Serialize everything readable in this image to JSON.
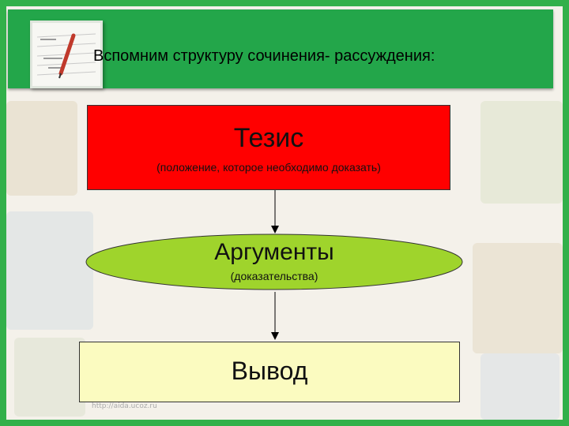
{
  "header": {
    "title": "Вспомним структуру сочинения- рассуждения:"
  },
  "thesis": {
    "title": "Тезис",
    "subtitle": "(положение, которое необходимо доказать)"
  },
  "arguments": {
    "title": "Аргументы",
    "subtitle": "(доказательства)"
  },
  "conclusion": {
    "title": "Вывод"
  },
  "footer": {
    "url": "http://aida.ucoz.ru"
  },
  "colors": {
    "frame": "#32b04a",
    "header": "#23a64a",
    "thesis_fill": "#ff0000",
    "arguments_fill": "#9fd42c",
    "conclusion_fill": "#fbfbc0"
  }
}
